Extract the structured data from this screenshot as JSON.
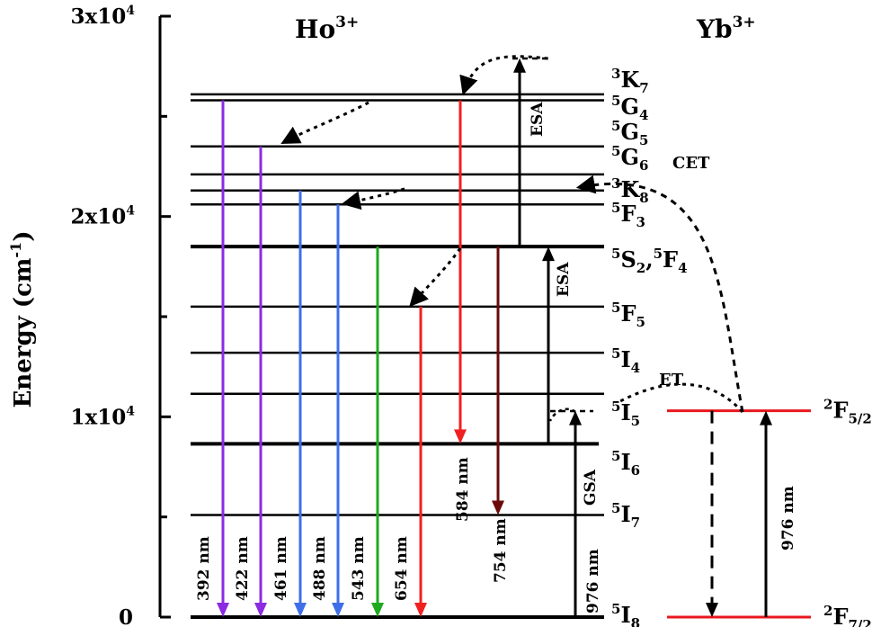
{
  "ions": {
    "ho": "Ho",
    "ho_charge": "3+",
    "yb": "Yb",
    "yb_charge": "3+"
  },
  "axis": {
    "label": "Energy (cm",
    "label_exp": "-1",
    "label_close": ")",
    "ticks": [
      {
        "value": 0,
        "label": "0",
        "mant": "",
        "exp": ""
      },
      {
        "value": 10000,
        "label": "",
        "mant": "1x10",
        "exp": "4"
      },
      {
        "value": 20000,
        "label": "",
        "mant": "2x10",
        "exp": "4"
      },
      {
        "value": 30000,
        "label": "",
        "mant": "3x10",
        "exp": "4"
      }
    ]
  },
  "ho_levels": [
    {
      "energy": 0,
      "s": "5",
      "t": "I",
      "sub": "8"
    },
    {
      "energy": 5100,
      "s": "5",
      "t": "I",
      "sub": "7"
    },
    {
      "energy": 8650,
      "s": "5",
      "t": "I",
      "sub": "6"
    },
    {
      "energy": 11150,
      "s": "5",
      "t": "I",
      "sub": "5"
    },
    {
      "energy": 13200,
      "s": "5",
      "t": "I",
      "sub": "4"
    },
    {
      "energy": 15500,
      "s": "5",
      "t": "F",
      "sub": "5"
    },
    {
      "energy": 18500,
      "s": "5",
      "t": "S",
      "sub": "2",
      "extra": ",",
      "s2": "5",
      "t2": "F",
      "sub2": "4"
    },
    {
      "energy": 20600,
      "s": "5",
      "t": "F",
      "sub": "3"
    },
    {
      "energy": 21300,
      "s": "3",
      "t": "K",
      "sub": "8"
    },
    {
      "energy": 22100,
      "s": "5",
      "t": "G",
      "sub": "6"
    },
    {
      "energy": 23500,
      "s": "5",
      "t": "G",
      "sub": "5"
    },
    {
      "energy": 25800,
      "s": "5",
      "t": "G",
      "sub": "4"
    },
    {
      "energy": 26100,
      "s": "3",
      "t": "K",
      "sub": "7"
    }
  ],
  "yb_levels": [
    {
      "energy": 0,
      "s": "2",
      "t": "F",
      "sub": "7/2"
    },
    {
      "energy": 10300,
      "s": "2",
      "t": "F",
      "sub": "5/2"
    }
  ],
  "emissions": [
    {
      "label": "392 nm",
      "color": "#8B2BE2",
      "from": 25800,
      "to": 0
    },
    {
      "label": "422 nm",
      "color": "#8B2BE2",
      "from": 23500,
      "to": 0
    },
    {
      "label": "461 nm",
      "color": "#3F6FE8",
      "from": 21300,
      "to": 0
    },
    {
      "label": "488 nm",
      "color": "#3F6FE8",
      "from": 20600,
      "to": 0
    },
    {
      "label": "543 nm",
      "color": "#1DAA1D",
      "from": 18500,
      "to": 0
    },
    {
      "label": "654 nm",
      "color": "#F02020",
      "from": 15500,
      "to": 0
    },
    {
      "label": "584 nm",
      "color": "#F02020",
      "from": 25800,
      "to": 8650
    },
    {
      "label": "754 nm",
      "color": "#6B0A0A",
      "from": 18500,
      "to": 5100
    }
  ],
  "excitations": {
    "gsa": "GSA",
    "esa_lower": "ESA",
    "esa_upper": "ESA",
    "ho_pump": "976 nm",
    "yb_pump": "976 nm"
  },
  "transfers": {
    "et": "ET",
    "cet": "CET"
  },
  "colors": {
    "yb_level": "#E8181E",
    "level": "#000000"
  }
}
